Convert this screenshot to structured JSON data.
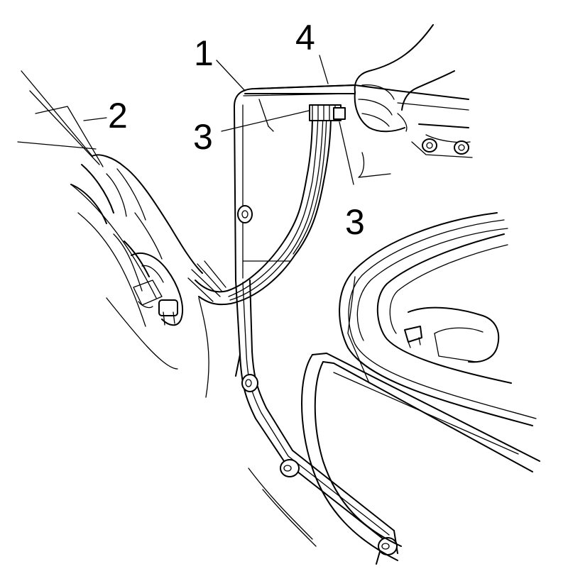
{
  "colors": {
    "background": "#ffffff",
    "line": "#000000"
  },
  "callouts": {
    "label_1": "1",
    "label_2": "2",
    "label_3a": "3",
    "label_3b": "3",
    "label_4": "4"
  }
}
